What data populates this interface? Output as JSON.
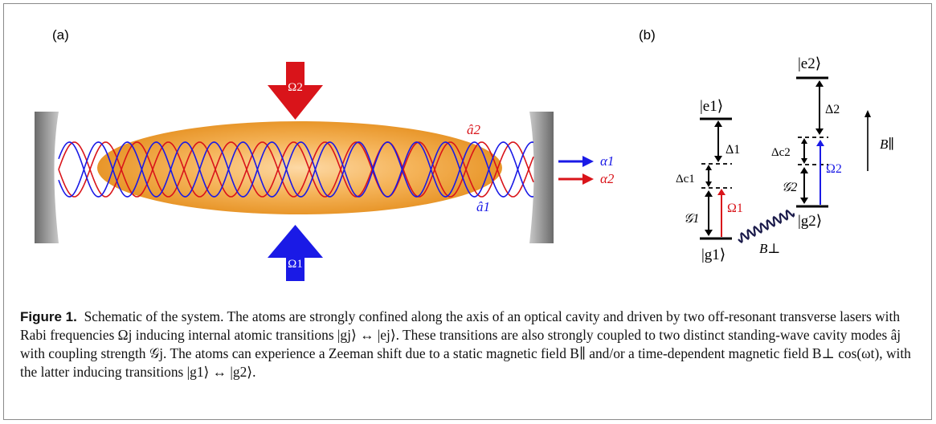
{
  "panels": {
    "a_label": "(a)",
    "b_label": "(b)"
  },
  "panel_a": {
    "pump_top": "Ω2",
    "pump_bottom": "Ω1",
    "mode_top": "â2",
    "mode_bottom": "â1",
    "out_1": "α1",
    "out_2": "α2"
  },
  "panel_b": {
    "e1": "|e1⟩",
    "e2": "|e2⟩",
    "g1": "|g1⟩",
    "g2": "|g2⟩",
    "delta1": "Δ1",
    "delta2": "Δ2",
    "deltac1": "Δc1",
    "deltac2": "Δc2",
    "omega1": "Ω1",
    "omega2": "Ω2",
    "coupling1": "𝒢1",
    "coupling2": "𝒢2",
    "bpar": "B∥",
    "bperp": "B⊥"
  },
  "caption": {
    "label": "Figure 1.",
    "text": "Schematic of the system. The atoms are strongly confined along the axis of an optical cavity and driven by two off-resonant transverse lasers with Rabi frequencies Ωj inducing internal atomic transitions |gj⟩ ↔ |ej⟩. These transitions are also strongly coupled to two distinct standing-wave cavity modes âj with coupling strength 𝒢j. The atoms can experience a Zeeman shift due to a static magnetic field B∥ and/or a time-dependent magnetic field B⊥ cos(ωt), with the latter inducing transitions |g1⟩ ↔ |g2⟩."
  },
  "colors": {
    "red": "#d9141a",
    "blue": "#1a1ae6",
    "cloud": "#f0a53a",
    "mirror": "#8e8e8e"
  }
}
